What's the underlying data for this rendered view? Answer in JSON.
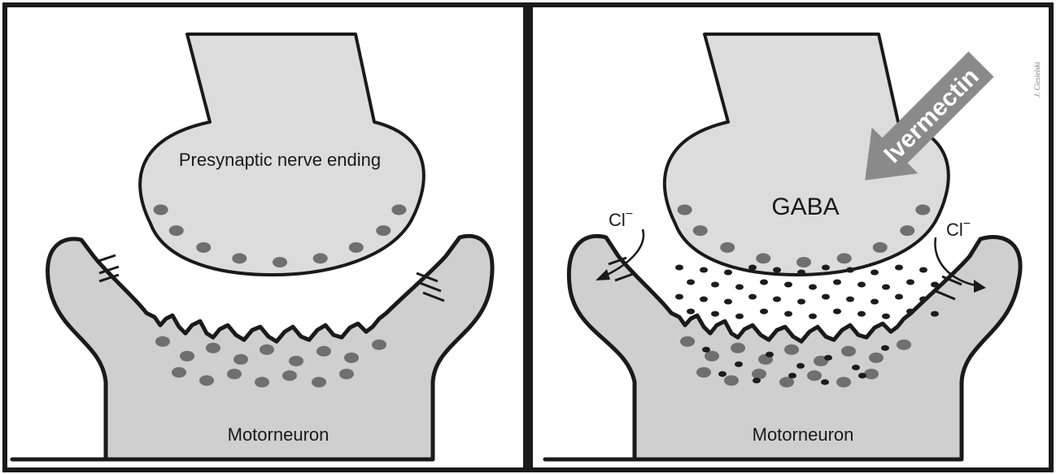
{
  "left_panel": {
    "presynaptic_label": "Presynaptic nerve ending",
    "postsynaptic_label": "Motorneuron"
  },
  "right_panel": {
    "neurotransmitter_label": "GABA",
    "drug_label": "Ivermectin",
    "ion_label_left": "Cl",
    "ion_label_right": "Cl",
    "ion_charge": "−",
    "postsynaptic_label": "Motorneuron"
  },
  "signature": "J. Ciesielski",
  "colors": {
    "cell_fill": "#cfcfcf",
    "terminal_fill": "#dcdcdc",
    "vesicle": "#6f6f6f",
    "gaba_dot": "#1c1c1c",
    "drug_arrow": "#8a8a8a",
    "outline": "#1a1a1a"
  }
}
